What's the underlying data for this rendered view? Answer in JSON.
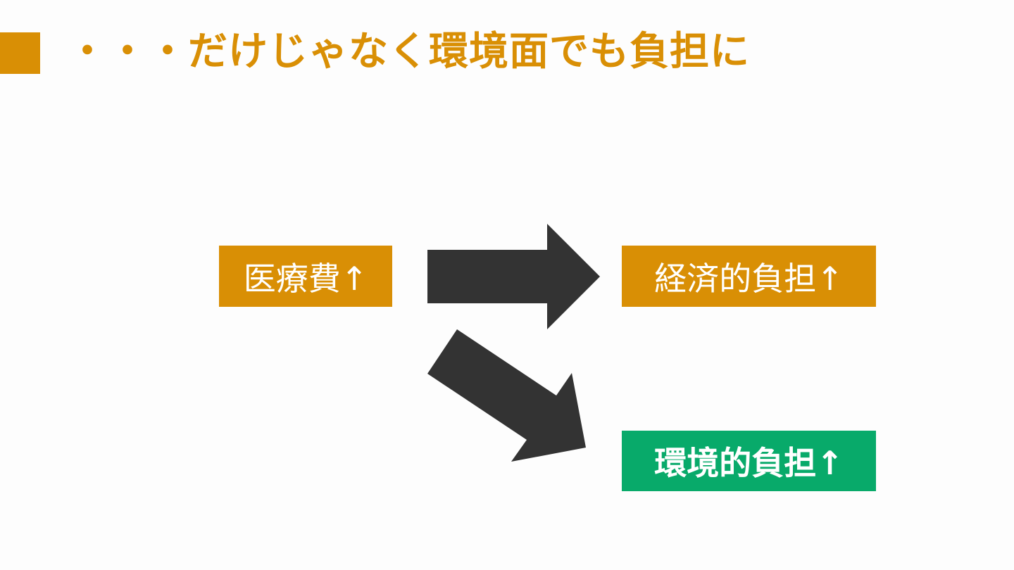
{
  "slide": {
    "title": "・・・だけじゃなく環境面でも負担に",
    "accent_color": "#d98f05",
    "arrow_color": "#333333"
  },
  "diagram": {
    "nodes": {
      "medical_cost": {
        "label": "医療費↑",
        "color": "#d98f05"
      },
      "economic_burden": {
        "label": "経済的負担↑",
        "color": "#d98f05"
      },
      "environmental_burden": {
        "label": "環境的負担↑",
        "color": "#08aa6a"
      }
    },
    "edges": [
      {
        "from": "medical_cost",
        "to": "economic_burden"
      },
      {
        "from": "medical_cost",
        "to": "environmental_burden"
      }
    ]
  }
}
